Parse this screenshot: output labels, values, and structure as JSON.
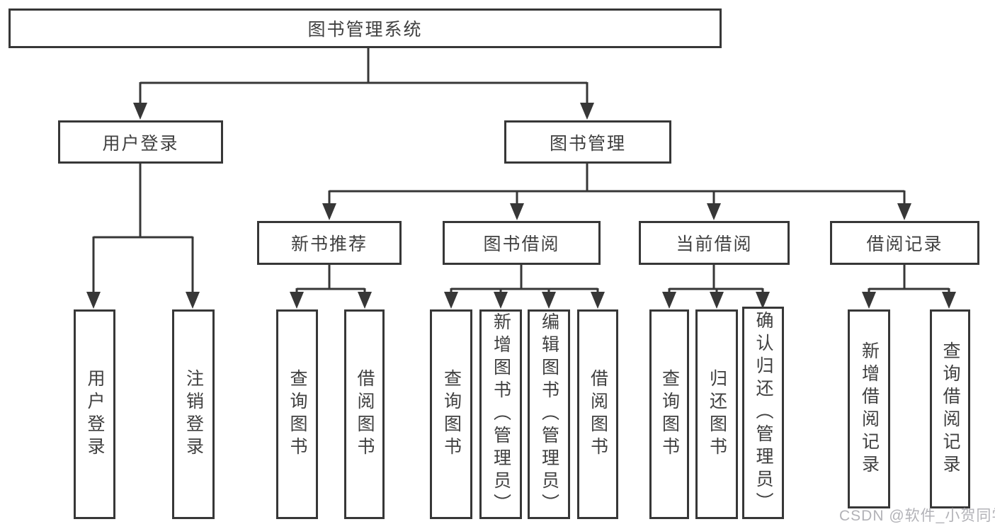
{
  "diagram_title": "图书管理系统",
  "tree": {
    "label": "图书管理系统",
    "children": [
      {
        "label": "用户登录",
        "children": [
          {
            "label": "用户登录"
          },
          {
            "label": "注销登录"
          }
        ]
      },
      {
        "label": "图书管理",
        "children": [
          {
            "label": "新书推荐",
            "children": [
              {
                "label": "查询图书"
              },
              {
                "label": "借阅图书"
              }
            ]
          },
          {
            "label": "图书借阅",
            "children": [
              {
                "label": "查询图书"
              },
              {
                "label": "新增图书（管理员）"
              },
              {
                "label": "编辑图书（管理员）"
              },
              {
                "label": "借阅图书"
              }
            ]
          },
          {
            "label": "当前借阅",
            "children": [
              {
                "label": "查询图书"
              },
              {
                "label": "归还图书"
              },
              {
                "label": "确认归还（管理员）"
              }
            ]
          },
          {
            "label": "借阅记录",
            "children": [
              {
                "label": "新增借阅记录"
              },
              {
                "label": "查询借阅记录"
              }
            ]
          }
        ]
      }
    ]
  },
  "watermark": {
    "text": "CSDN @软件_小贺同学"
  },
  "colors": {
    "line": "#373737",
    "text": "#404040",
    "background": "#ffffff",
    "watermark": "#b2b2b7"
  }
}
